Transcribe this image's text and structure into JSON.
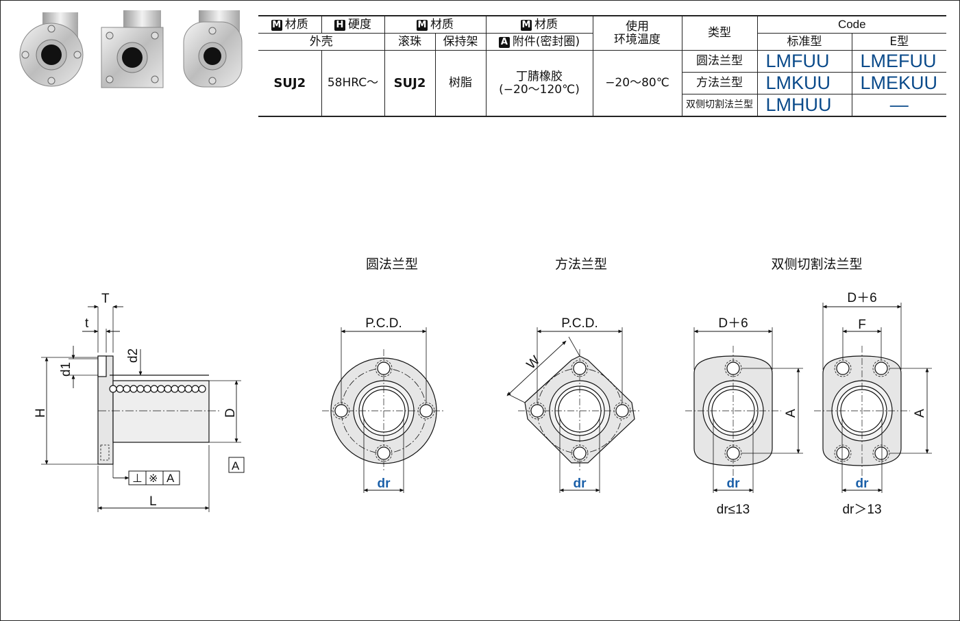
{
  "table": {
    "header1": {
      "shell_material": "材质",
      "shell_hardness": "硬度",
      "ball_material": "材质",
      "attach_material": "材质",
      "env_temp_l1": "使用",
      "env_temp_l2": "环境温度",
      "type": "类型",
      "code": "Code"
    },
    "header2": {
      "shell": "外壳",
      "ball": "滚珠",
      "retainer": "保持架",
      "attachment": "附件(密封圈)",
      "standard": "标准型",
      "e_type": "E型"
    },
    "badges": {
      "m": "M",
      "h": "H",
      "a": "A"
    },
    "values": {
      "shell_material": "SUJ2",
      "shell_hardness": "58HRC～",
      "ball_material": "SUJ2",
      "retainer_material": "树脂",
      "seal_l1": "丁腈橡胶",
      "seal_l2": "(−20～120℃)",
      "env_temp": "−20～80℃"
    },
    "rows": [
      {
        "type": "圆法兰型",
        "standard": "LMFUU",
        "e_type": "LMEFUU"
      },
      {
        "type": "方法兰型",
        "standard": "LMKUU",
        "e_type": "LMEKUU"
      },
      {
        "type": "双侧切割法兰型",
        "standard": "LMHUU",
        "e_type": "—"
      }
    ]
  },
  "drawing": {
    "side": {
      "T": "T",
      "t": "t",
      "d2": "d2",
      "d1": "d1",
      "H": "H",
      "D": "D",
      "A": "A",
      "L": "L",
      "tol_perp": "⊥",
      "tol_mark": "※",
      "tol_ref": "A"
    },
    "round": {
      "title": "圆法兰型",
      "pcd": "P.C.D.",
      "dr": "dr"
    },
    "square": {
      "title": "方法兰型",
      "pcd": "P.C.D.",
      "w": "W",
      "dr": "dr"
    },
    "cut": {
      "title": "双侧切割法兰型",
      "d6_a": "D＋6",
      "d6_b": "D＋6",
      "f": "F",
      "a1": "A",
      "a2": "A",
      "dr1": "dr",
      "dr2": "dr",
      "cond1": "dr≤13",
      "cond2": "dr＞13"
    }
  },
  "colors": {
    "code": "#0a4a8a",
    "dr": "#1a5fa8"
  }
}
